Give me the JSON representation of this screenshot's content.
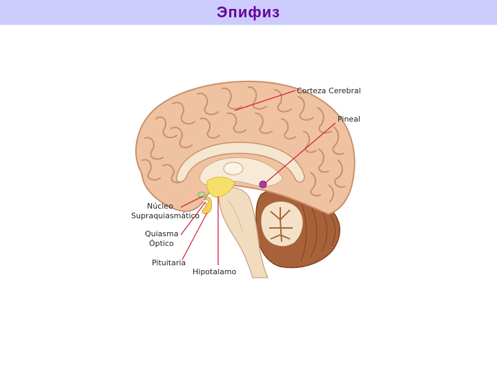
{
  "slide": {
    "title": "Эпифиз",
    "title_color": "#660099",
    "band_color": "#ccccff"
  },
  "diagram": {
    "labels": {
      "cortex": "Corteza Cerebral",
      "pineal": "Pineal",
      "scn_line1": "Núcleo",
      "scn_line2": "Supraquiasmático",
      "chiasm_line1": "Quiasma",
      "chiasm_line2": "Óptico",
      "pituitary": "Pituitaria",
      "hypothalamus": "Hipotalamo"
    },
    "leader_color": "#d4213a"
  }
}
